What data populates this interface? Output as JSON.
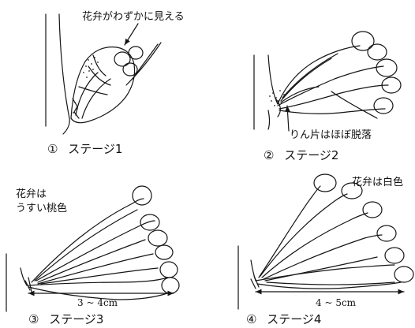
{
  "figure": {
    "panels": [
      {
        "number": "①",
        "caption": "ステージ1",
        "annotation": "花弁がわずかに見える"
      },
      {
        "number": "②",
        "caption": "ステージ2",
        "annotation": "りん片はほぼ脱落"
      },
      {
        "number": "③",
        "caption": "ステージ3",
        "annotation_line1": "花弁は",
        "annotation_line2": "うすい桃色",
        "measurement": "3 ~ 4cm"
      },
      {
        "number": "④",
        "caption": "ステージ4",
        "annotation": "花弁は白色",
        "measurement": "4 ~ 5cm"
      }
    ]
  }
}
